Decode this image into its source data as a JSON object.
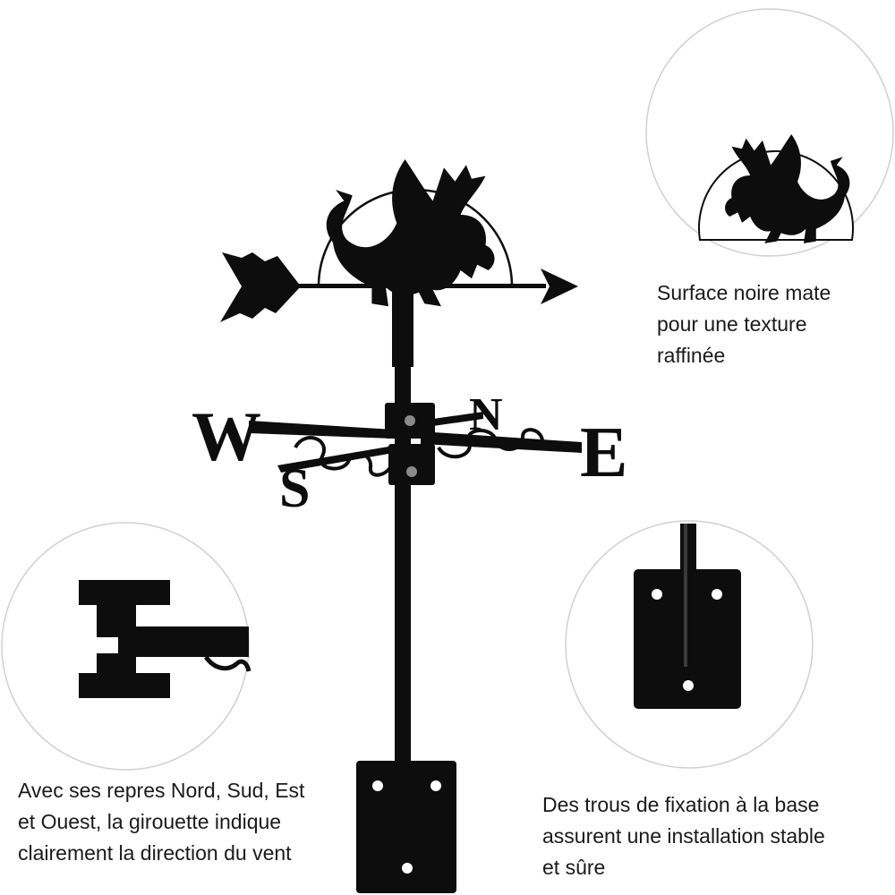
{
  "product": {
    "compass_letters": {
      "west": "W",
      "east": "E",
      "north": "N",
      "south": "S"
    }
  },
  "callouts": {
    "texture": "Surface noire mate\npour une texture\nraffinée",
    "directions": "Avec ses repres Nord, Sud, Est\net Ouest, la girouette indique\nclairement la direction du vent",
    "mounting": "Des trous de fixation à la base\nassurent une installation stable\net sûre"
  },
  "colors": {
    "metal": "#0d0d0d",
    "background": "#ffffff",
    "text": "#1a1a1a",
    "circle": "#cfcfcf"
  }
}
